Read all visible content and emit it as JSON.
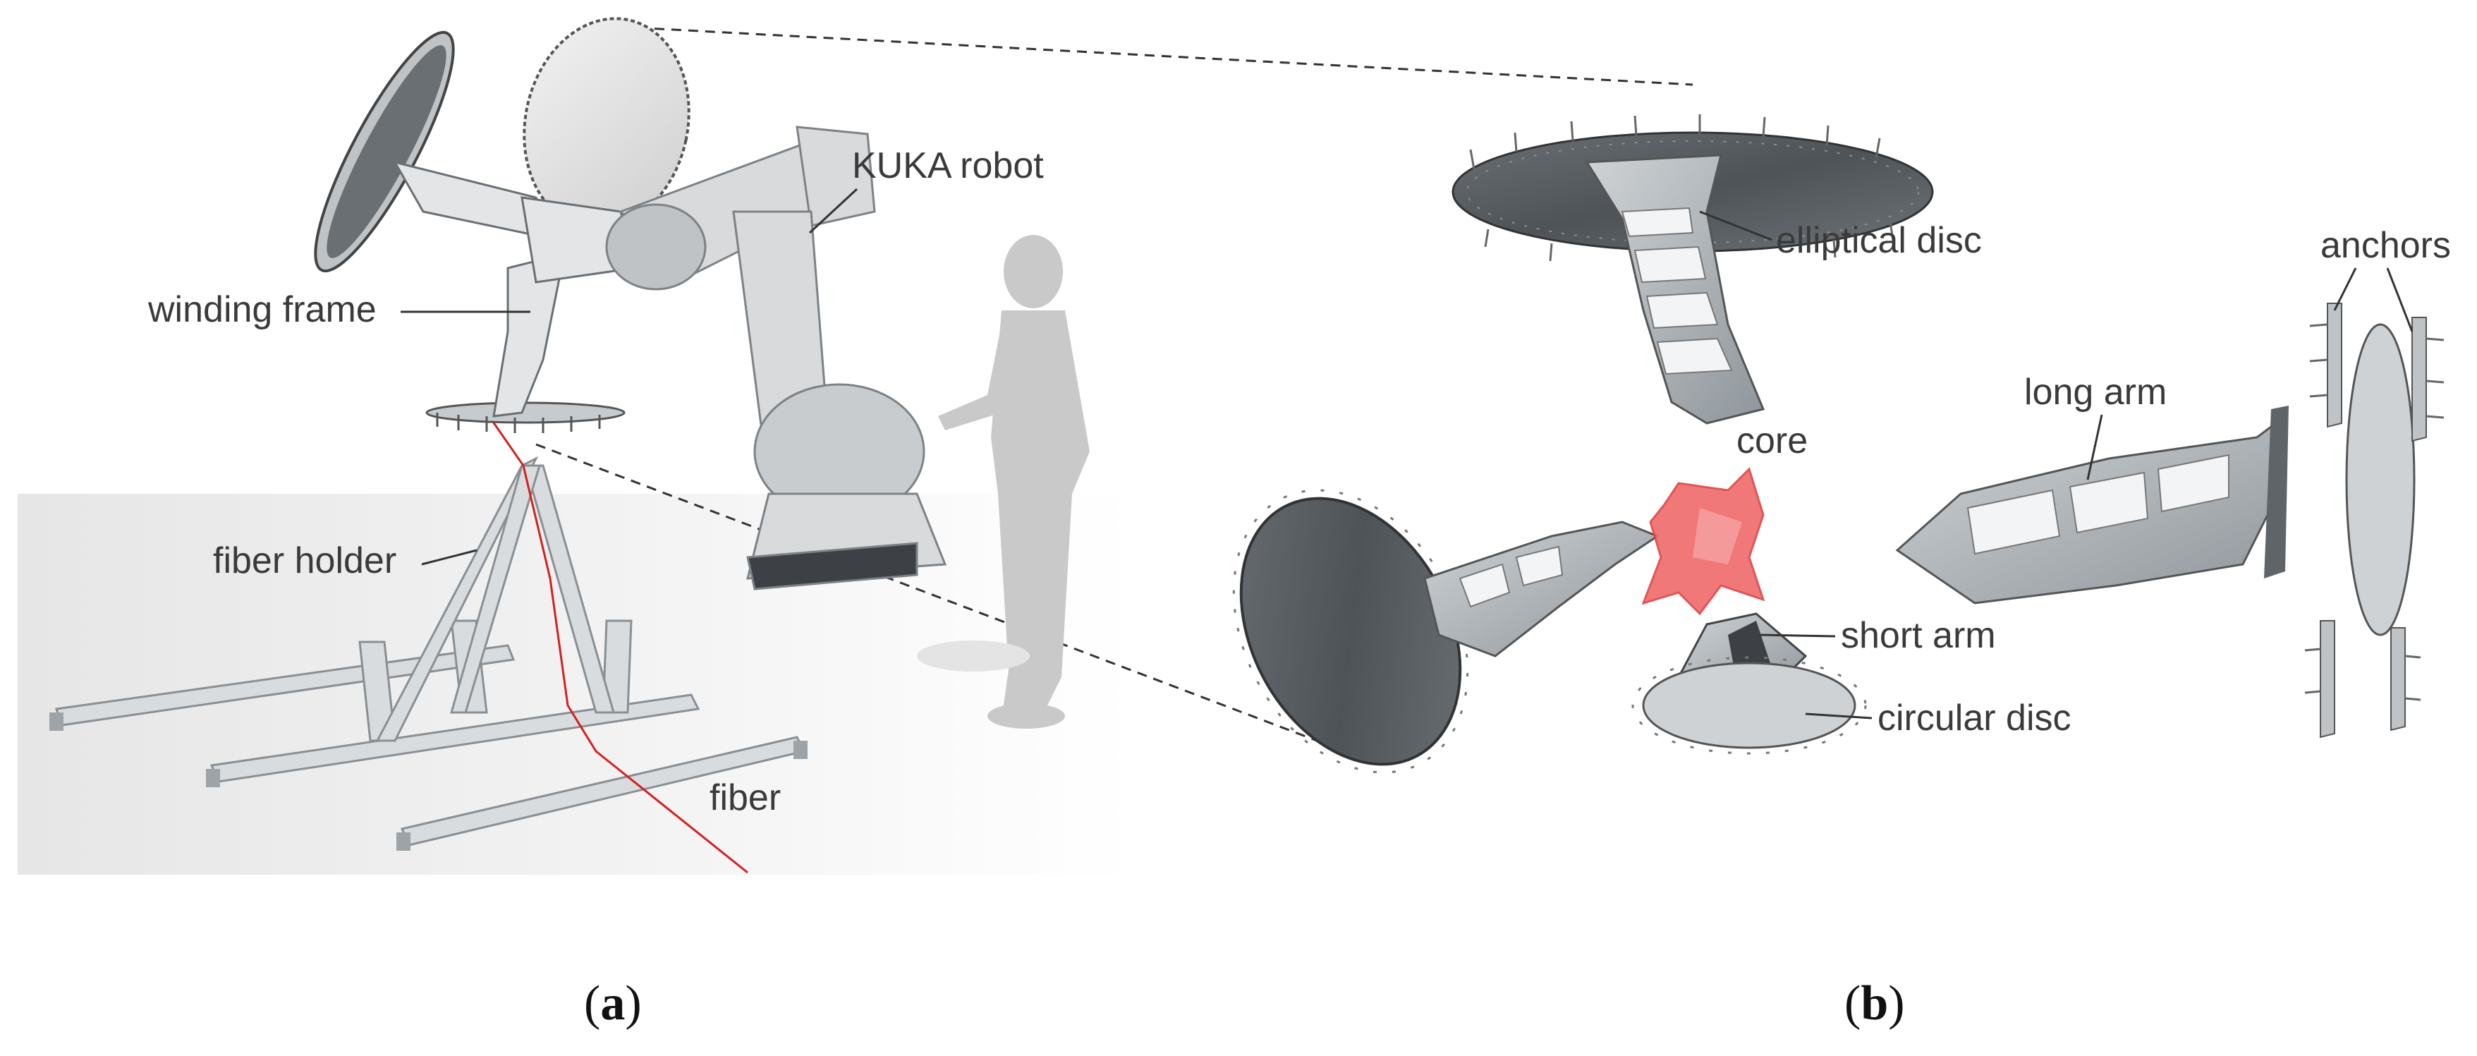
{
  "panel_a": {
    "labels": {
      "kuka_robot": "KUKA robot",
      "winding_frame": "winding frame",
      "fiber_holder": "fiber holder",
      "fiber": "fiber"
    },
    "caption": {
      "open": "(",
      "letter": "a",
      "close": ")"
    }
  },
  "panel_b": {
    "labels": {
      "elliptical_disc": "elliptical disc",
      "anchors": "anchors",
      "long_arm": "long arm",
      "core": "core",
      "short_arm": "short arm",
      "circular_disc": "circular disc"
    },
    "caption": {
      "open": "(",
      "letter": "b",
      "close": ")"
    }
  },
  "colors": {
    "fiber": "#d42020",
    "core": "#f06a6a",
    "metal_light": "#dcdcdc",
    "metal_dark": "#5a5e62",
    "leader": "#333333"
  }
}
